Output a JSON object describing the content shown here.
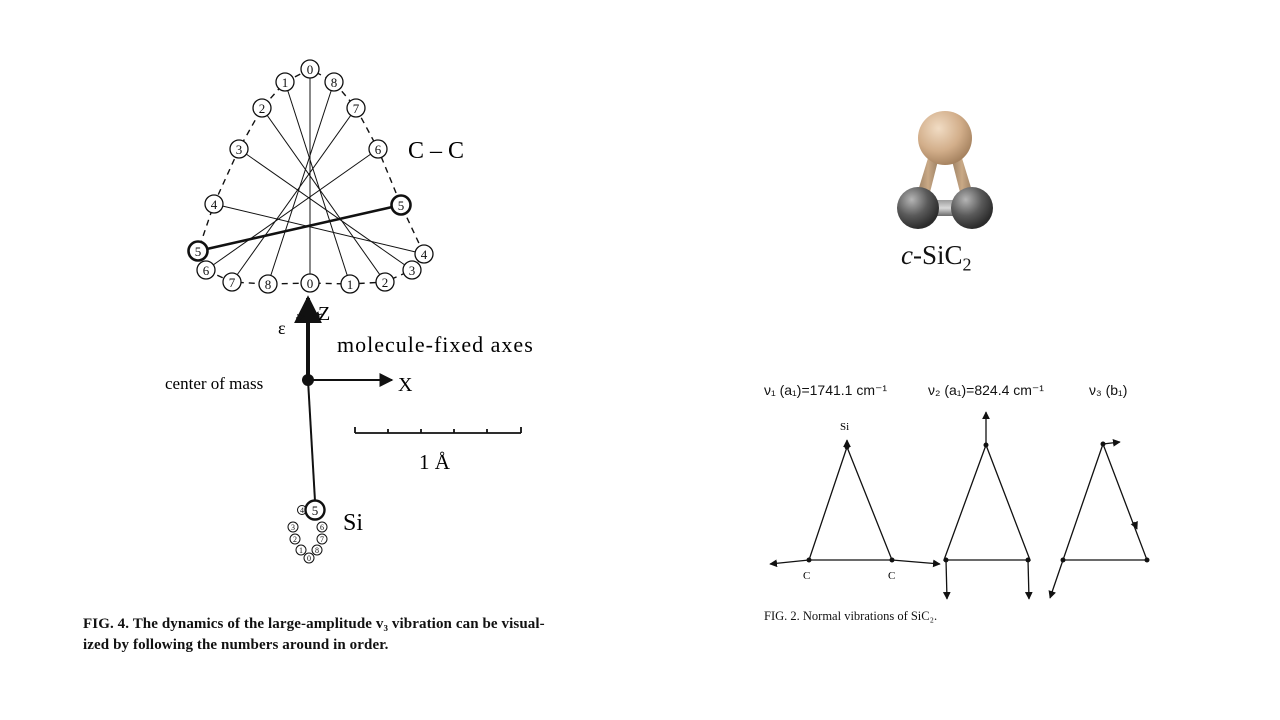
{
  "fig4": {
    "cc_label": "C – C",
    "si_label": "Si",
    "axes_label": "molecule-fixed axes",
    "com_label": "center of mass",
    "x_label": "X",
    "z_label": "Z",
    "epsilon": "ε",
    "scale_label": "1 Å",
    "cc_ring": [
      "0",
      "1",
      "2",
      "3",
      "4",
      "5",
      "6",
      "7",
      "8",
      "0",
      "1",
      "2",
      "3",
      "4",
      "5",
      "6",
      "7",
      "8"
    ],
    "si_ring": [
      "4",
      "5",
      "6",
      "7",
      "8",
      "0",
      "1",
      "2",
      "3"
    ],
    "caption_line1": "FIG. 4. The dynamics of the large-amplitude v₃ vibration can be visual-",
    "caption_line2": "ized by following the numbers around in order."
  },
  "molecule": {
    "name_prefix": "c-",
    "name_main": "SiC",
    "name_sub": "2",
    "colors": {
      "si": "#d2ae8a",
      "c": "#4a4a4a"
    }
  },
  "fig2": {
    "nu1": "ν₁ (a₁)=1741.1 cm⁻¹",
    "nu2": "ν₂ (a₁)=824.4 cm⁻¹",
    "nu3": "ν₃ (b₁)",
    "si_label": "Si",
    "c_label": "C",
    "caption": "FIG. 2. Normal vibrations of SiC₂."
  }
}
